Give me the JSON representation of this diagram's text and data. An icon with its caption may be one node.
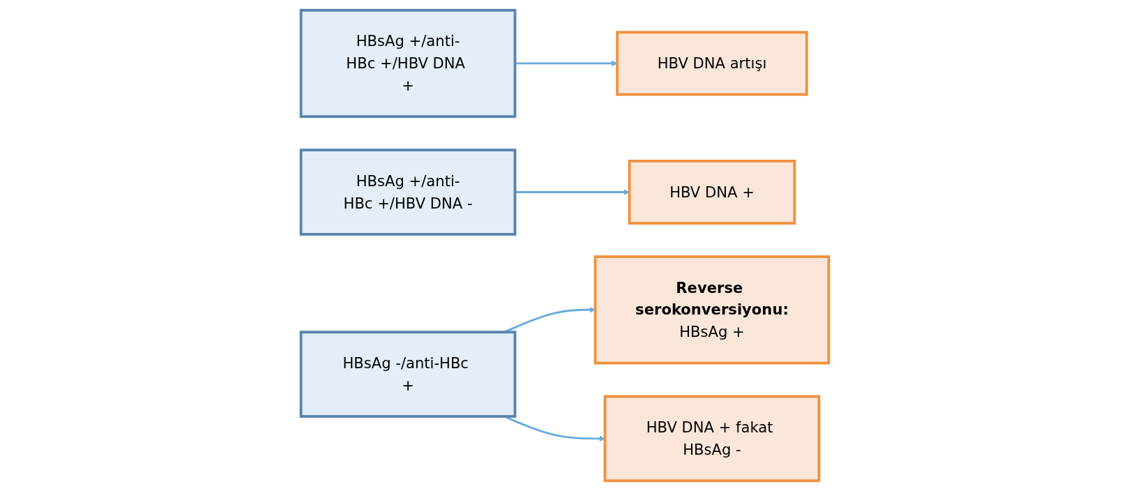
{
  "diagram": {
    "nodes": [
      {
        "text": [
          "HBsAg +/anti-HBc +/HBV DNA +"
        ]
      },
      {
        "text": [
          "HBV DNA artışı"
        ]
      },
      {
        "text": [
          "HBsAg +/anti-HBc +/HBV DNA -"
        ]
      },
      {
        "text": [
          "HBV DNA +"
        ]
      },
      {
        "text": [
          "HBsAg -/anti-HBc +"
        ]
      },
      {
        "text": [
          "Reverse serokonversiyonu:",
          "HBsAg +"
        ]
      },
      {
        "text": [
          "HBV DNA + fakat HBsAg -"
        ]
      }
    ],
    "edges": [
      {
        "from": 0,
        "to": 1,
        "arrow": "to"
      },
      {
        "from": 2,
        "to": 3,
        "arrow": "to"
      },
      {
        "from": 4,
        "to": 5,
        "arrow": "to"
      },
      {
        "from": 4,
        "to": 6,
        "arrow": "to"
      }
    ]
  }
}
